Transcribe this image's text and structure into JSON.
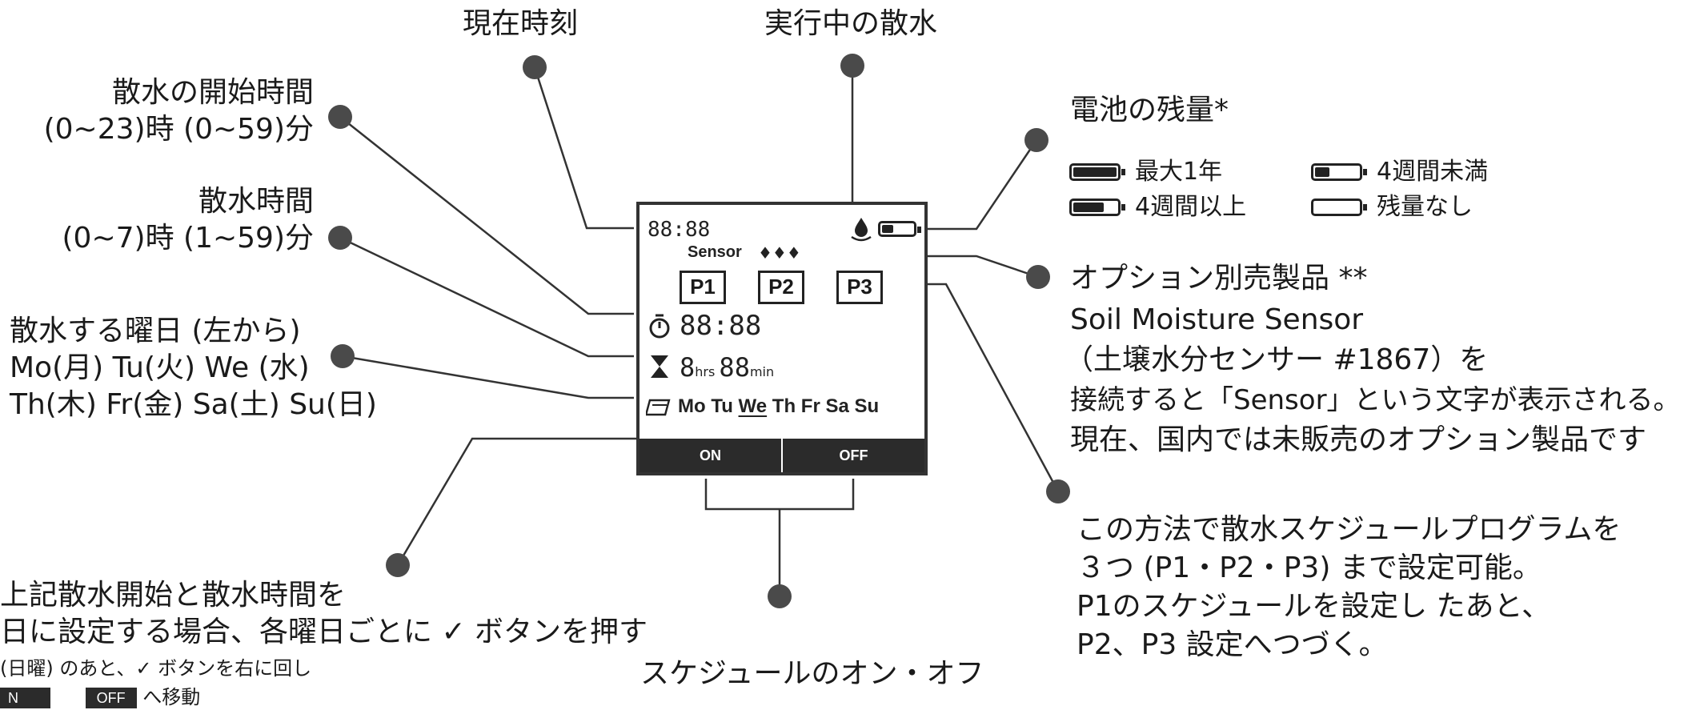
{
  "labels": {
    "current_time": "現在時刻",
    "running_watering": "実行中の散水",
    "start_time_1": "散水の開始時間",
    "start_time_2": "(0~23)時 (0~59)分",
    "duration_1": "散水時間",
    "duration_2": "(0~7)時 (1~59)分",
    "days_1": "散水する曜日 (左から)",
    "days_2": "Mo(月) Tu(火) We (水)",
    "days_3": "Th(木) Fr(金) Sa(土) Su(日)",
    "battery_title": "電池の残量*",
    "battery_full": "最大1年",
    "battery_under4": "4週間未満",
    "battery_over4": "4週間以上",
    "battery_empty": "残量なし",
    "option_1": "オプション別売製品 **",
    "option_2": "Soil Moisture Sensor",
    "option_3": "（土壌水分センサー #1867）を",
    "option_4": "接続すると「Sensor」という文字が表示される。",
    "option_5": "現在、国内では未販売のオプション製品です",
    "program_1": "この方法で散水スケジュールプログラムを",
    "program_2": "３つ (P1・P2・P3) まで設定可能。",
    "program_3": "P1のスケジュールを設定し たあと、",
    "program_4": "P2、P3 設定へつづく。",
    "set_days_1": "上記散水開始と散水時間を",
    "set_days_2": "日に設定する場合、各曜日ごとに ✓ ボタンを押す",
    "set_days_3": "(日曜) のあと、✓ ボタンを右に回し",
    "set_days_4_on": "N",
    "set_days_4_off": "OFF",
    "set_days_4_tail": "へ移動",
    "schedule_onoff": "スケジュールのオン・オフ"
  },
  "lcd": {
    "clock": "88:88",
    "sensor": "Sensor",
    "sensor_drops": "♦♦♦",
    "p1": "P1",
    "p2": "P2",
    "p3": "P3",
    "start_time": "88:88",
    "duration_hrs": "8",
    "duration_hrs_unit": "hrs",
    "duration_min": "88",
    "duration_min_unit": "min",
    "days": [
      "Mo",
      "Tu",
      "We",
      "Th",
      "Fr",
      "Sa",
      "Su"
    ],
    "on": "ON",
    "off": "OFF"
  },
  "icons": {
    "stopwatch": "stopwatch-icon",
    "hourglass": "hourglass-icon",
    "calendar": "calendar-icon",
    "water_drop": "water-drop-icon",
    "battery": "battery-icon"
  },
  "colors": {
    "dot": "#4a4a4a",
    "lcd_border": "#333333",
    "lcd_bar": "#2b2b2b"
  }
}
